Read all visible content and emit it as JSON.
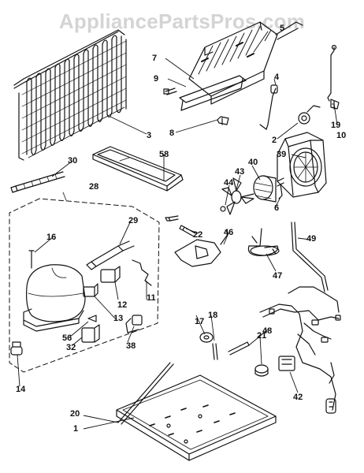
{
  "watermark": "AppliancePartsPros.com",
  "callouts": {
    "p1": "1",
    "p2": "2",
    "p3": "3",
    "p4": "4",
    "p5": "5",
    "p6": "6",
    "p7": "7",
    "p8": "8",
    "p9": "9",
    "p10": "10",
    "p11": "11",
    "p12": "12",
    "p13": "13",
    "p14": "14",
    "p16": "16",
    "p17": "17",
    "p18": "18",
    "p19": "19",
    "p20": "20",
    "p21": "21",
    "p22": "22",
    "p28": "28",
    "p29": "29",
    "p30": "30",
    "p32": "32",
    "p38": "38",
    "p39": "39",
    "p40": "40",
    "p42": "42",
    "p43": "43",
    "p44": "44",
    "p46": "46",
    "p47": "47",
    "p48": "48",
    "p49": "49",
    "p56": "56",
    "p58": "58"
  },
  "colors": {
    "ink": "#111111",
    "watermark": "#d4d4d4",
    "background": "#ffffff"
  }
}
